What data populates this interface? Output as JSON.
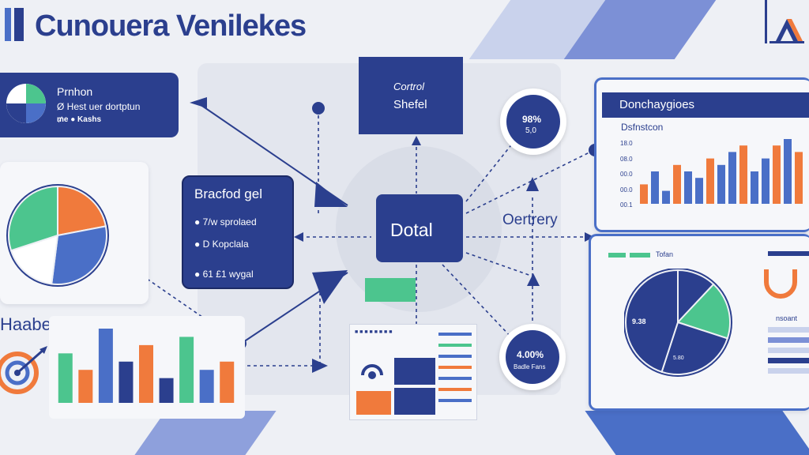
{
  "title": "Cunouera Venilekes",
  "colors": {
    "navy": "#2b3f8e",
    "blue": "#4a6fc7",
    "orange": "#f07a3c",
    "green": "#4cc58e",
    "light": "#e4e7ef"
  },
  "protocol_card": {
    "title": "Prnhon",
    "line1": "Ø Hest uer dortptun",
    "line2": "₥e ● Kashs"
  },
  "brand_card": {
    "title": "Bracfod gel",
    "items": [
      "7/w sprolaed",
      "D Kopclala",
      "61 £1 wygal"
    ]
  },
  "control_box": {
    "line1": "Cortrol",
    "line2": "Shefel"
  },
  "center_node": {
    "label": "Dotal"
  },
  "overview_label": "Oertrery",
  "badge_top": {
    "value": "98%",
    "sub": "5,0"
  },
  "badge_bottom": {
    "value": "4.00%",
    "sub": "Badle Fans"
  },
  "dashboard": {
    "title": "Donchaygioes",
    "subtitle": "Dsfnstcon",
    "ticks": [
      "18.0",
      "08.0",
      "00.0",
      "00.0",
      "00.1"
    ]
  },
  "left_chart_label": "Haaberit",
  "right_pie": {
    "legend": "Tofan",
    "value_left": "9.38",
    "value_bottom": "5.80",
    "right_label": "nsoant"
  },
  "small_panel": {
    "header": "■ ■ ■ ■ ■ ■ ■ ■"
  },
  "chart_data": [
    {
      "type": "pie",
      "title": "",
      "values": [
        0.22,
        0.3,
        0.18,
        0.3
      ],
      "colors": [
        "#f07a3c",
        "#4a6fc7",
        "#ffffff",
        "#4cc58e"
      ]
    },
    {
      "type": "bar",
      "title": "Dsfnstcon",
      "series": [
        {
          "values": [
            3,
            5,
            2,
            6,
            5,
            4,
            7,
            6,
            8,
            9,
            5,
            7,
            9,
            10,
            8
          ]
        }
      ],
      "colors": [
        "#f07a3c",
        "#4a6fc7",
        "#4a6fc7",
        "#f07a3c",
        "#4a6fc7",
        "#4a6fc7",
        "#f07a3c",
        "#4a6fc7",
        "#4a6fc7",
        "#f07a3c",
        "#4a6fc7",
        "#4a6fc7",
        "#f07a3c",
        "#4a6fc7",
        "#f07a3c"
      ]
    },
    {
      "type": "bar",
      "title": "Haaberit",
      "series": [
        {
          "values": [
            6,
            4,
            9,
            5,
            7,
            3,
            8,
            4,
            5
          ]
        }
      ],
      "colors": [
        "#4cc58e",
        "#f07a3c",
        "#4a6fc7",
        "#2b3f8e",
        "#f07a3c",
        "#2b3f8e",
        "#4cc58e",
        "#4a6fc7",
        "#f07a3c"
      ]
    },
    {
      "type": "pie",
      "title": "",
      "values": [
        0.12,
        0.18,
        0.25,
        0.45
      ],
      "colors": [
        "#2b3f8e",
        "#4cc58e",
        "#2b3f8e",
        "#2b3f8e"
      ]
    }
  ]
}
